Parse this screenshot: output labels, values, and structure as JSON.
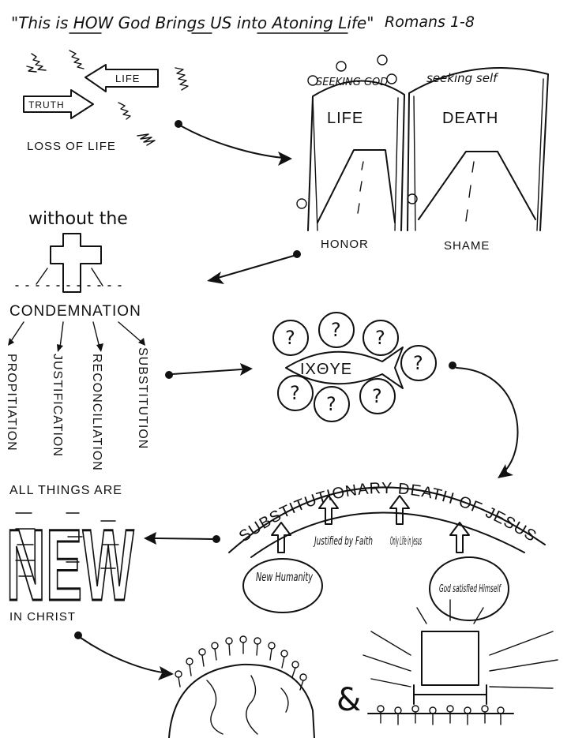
{
  "title": {
    "quote": "\"This is HOW God Brings US into Atoning Life\"",
    "reference": "Romans 1-8"
  },
  "loss_section": {
    "arrow_life": "LIFE",
    "arrow_truth": "TRUTH",
    "caption": "LOSS OF LIFE"
  },
  "gates": {
    "seeking_god": "SEEKING GOD",
    "seeking_self": "seeking self",
    "life": "LIFE",
    "death": "DEATH",
    "honor": "HONOR",
    "shame": "SHAME"
  },
  "cross_section": {
    "heading": "without the",
    "condemnation": "CONDEMNATION",
    "branches": [
      "PROPITIATION",
      "JUSTIFICATION",
      "RECONCILIATION",
      "SUBSTITUTION"
    ]
  },
  "fish": {
    "word": "IXΘYE",
    "marks": [
      "?",
      "?",
      "?",
      "?",
      "?",
      "?",
      "?"
    ]
  },
  "arc": {
    "title": "SUBSTITUTIONARY DEATH OF JESUS...",
    "items": [
      "New Humanity",
      "Justified by Faith",
      "Only Life in Jesus",
      "God satisfied Himself"
    ]
  },
  "new_section": {
    "top": "ALL THINGS ARE",
    "word": "NEW",
    "bottom": "IN CHRIST"
  },
  "bottom": {
    "ampersand": "&"
  }
}
